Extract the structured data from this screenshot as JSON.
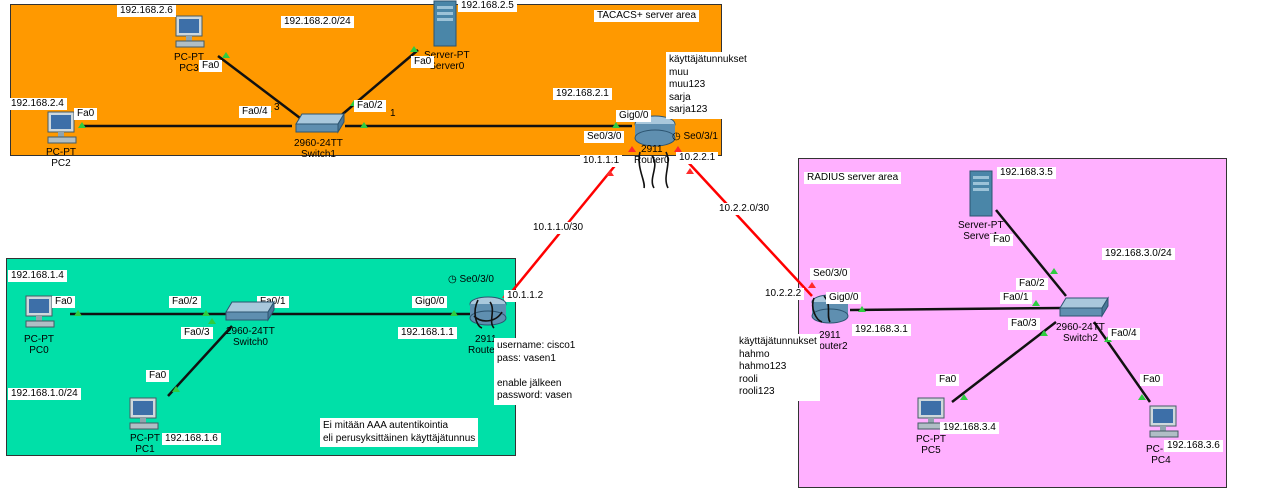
{
  "areas": {
    "tacacs_label": "TACACS+ server area",
    "radius_label": "RADIUS server area"
  },
  "networks": {
    "n1": "192.168.2.0/24",
    "n2": "192.168.1.0/24",
    "n3": "192.168.3.0/24",
    "wan1": "10.1.1.0/30",
    "wan2": "10.2.2.0/30"
  },
  "ips": {
    "pc3": "192.168.2.6",
    "server0": "192.168.2.5",
    "pc2": "192.168.2.4",
    "router0_gig": "192.168.2.1",
    "router0_s0": "10.1.1.1",
    "router0_s1": "10.2.2.1",
    "pc0": "192.168.1.4",
    "pc1": "192.168.1.6",
    "router1_gig": "192.168.1.1",
    "router1_s0": "10.1.1.2",
    "router2_s0": "10.2.2.2",
    "router2_gig": "192.168.3.1",
    "server1": "192.168.3.5",
    "pc5": "192.168.3.4",
    "pc4": "192.168.3.6"
  },
  "ports": {
    "fa0": "Fa0",
    "fa0_1": "Fa0/1",
    "fa0_2": "Fa0/2",
    "fa0_3": "Fa0/3",
    "fa0_4": "Fa0/4",
    "gig0_0": "Gig0/0",
    "se0_3_0": "Se0/3/0",
    "se0_3_1": "Se0/3/1",
    "sw1_partial": "1",
    "sw1_partial3": "3",
    "sw2_partial": "Fa0/1"
  },
  "devices": {
    "pc3_type": "PC-PT",
    "pc3_name": "PC3",
    "server0_type": "Server-PT",
    "server0_name": "Server0",
    "pc2_type": "PC-PT",
    "pc2_name": "PC2",
    "switch1_type": "2960-24TT",
    "switch1_name": "Switch1",
    "router0_type": "2911",
    "router0_name": "Router0",
    "pc0_type": "PC-PT",
    "pc0_name": "PC0",
    "pc1_type": "PC-PT",
    "pc1_name": "PC1",
    "switch0_type": "2960-24TT",
    "switch0_name": "Switch0",
    "router1_type": "2911",
    "router1_name": "Router1",
    "router2_type": "2911",
    "router2_name": "Router2",
    "server1_type": "Server-PT",
    "server1_name": "Server1",
    "switch2_type": "2960-24TT",
    "switch2_name": "Switch2",
    "pc5_type": "PC-PT",
    "pc5_name": "PC5",
    "pc4_type": "PC-PT",
    "pc4_name": "PC4"
  },
  "notes": {
    "tacacs": [
      "käyttäjätunnukset",
      "muu",
      "muu123",
      "sarja",
      "sarja123"
    ],
    "router1": [
      "username: cisco1",
      "pass: vasen1",
      "",
      "enable jälkeen",
      "password: vasen"
    ],
    "lan1": [
      "Ei mitään AAA autentikointia",
      "eli perusyksittäinen käyttäjätunnus"
    ],
    "radius": [
      "käyttäjätunnukset",
      "hahmo",
      "hahmo123",
      "rooli",
      "rooli123"
    ]
  },
  "colors": {
    "tacacs_area": "#ff9900",
    "lan1_area": "#00e0a8",
    "radius_area": "#ffb0ff",
    "serial_link": "#ff0000",
    "port_up": "#2ecc40"
  }
}
